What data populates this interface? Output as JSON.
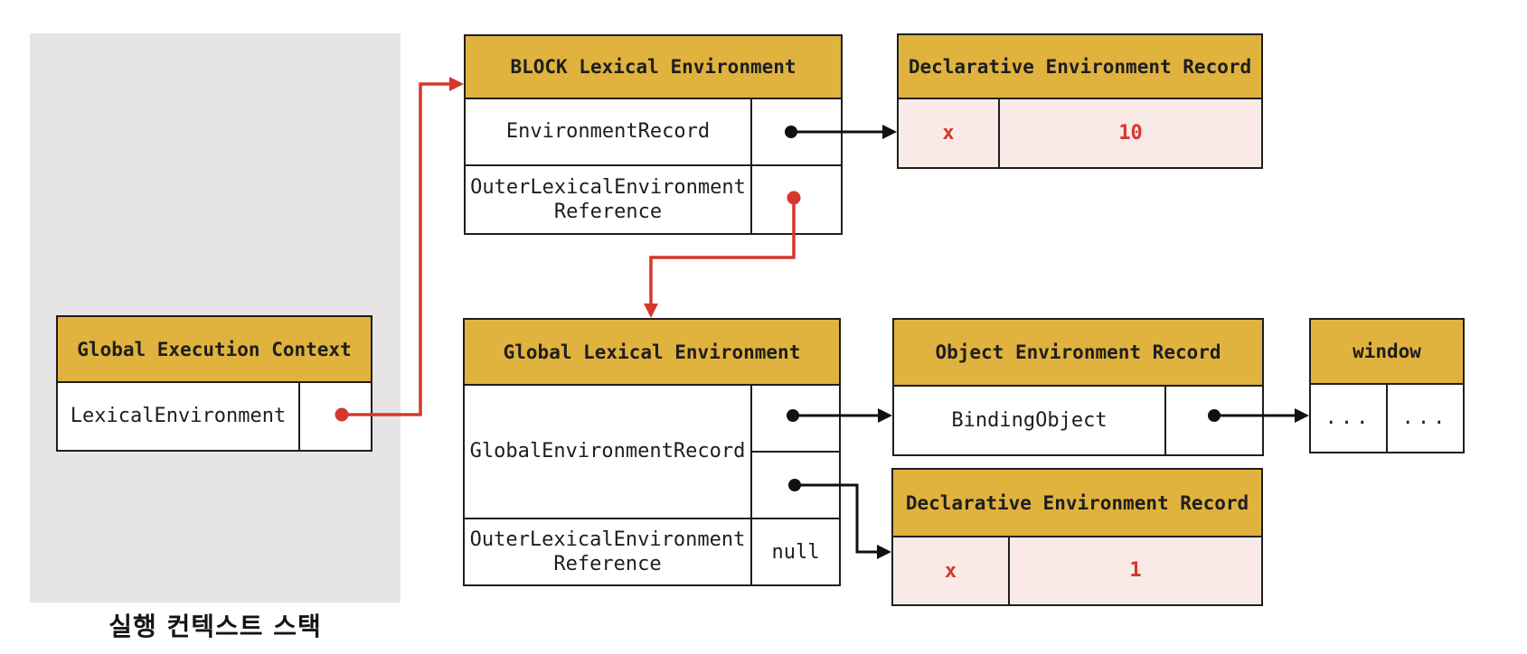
{
  "caption": "실행 컨텍스트 스택",
  "colors": {
    "gold": "#e0b23e",
    "pink": "#f9eae8",
    "panel_gray": "#e6e4e4",
    "red": "#d6382c",
    "ink": "#1e1e1e"
  },
  "boxes": {
    "global_execution_context": {
      "title": "Global Execution Context",
      "rows": [
        {
          "label": "LexicalEnvironment"
        }
      ]
    },
    "block_lexical_environment": {
      "title": "BLOCK Lexical Environment",
      "rows": [
        {
          "label": "EnvironmentRecord"
        },
        {
          "label_line1": "OuterLexicalEnvironment",
          "label_line2": "Reference"
        }
      ]
    },
    "declarative_environment_record_block": {
      "title": "Declarative Environment Record",
      "binding": {
        "name": "x",
        "value": "10"
      }
    },
    "global_lexical_environment": {
      "title": "Global Lexical Environment",
      "rows": [
        {
          "label": "GlobalEnvironmentRecord"
        },
        {
          "label_line1": "OuterLexicalEnvironment",
          "label_line2": "Reference",
          "value": "null"
        }
      ]
    },
    "object_environment_record": {
      "title": "Object Environment Record",
      "rows": [
        {
          "label": "BindingObject"
        }
      ]
    },
    "window": {
      "title": "window",
      "cells": [
        "...",
        "..."
      ]
    },
    "declarative_environment_record_global": {
      "title": "Declarative Environment Record",
      "binding": {
        "name": "x",
        "value": "1"
      }
    }
  }
}
